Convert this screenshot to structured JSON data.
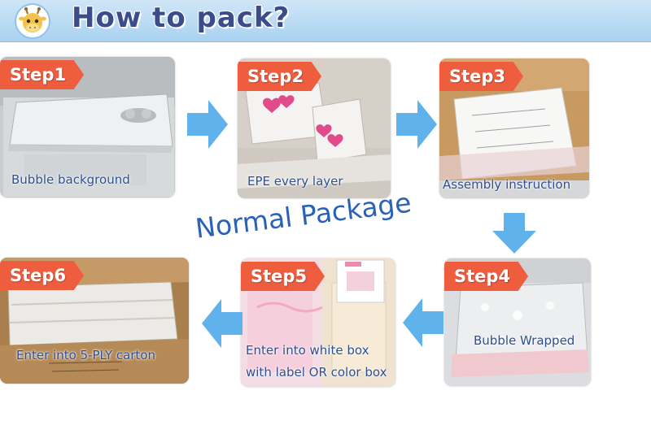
{
  "header": {
    "title": "How to pack?",
    "logo_icon": "giraffe-icon",
    "bg_color": "#a9d2f1",
    "title_color": "#3b4b8c"
  },
  "subtitle": "Normal Package",
  "accent_color": "#ee5d3e",
  "arrow_color": "#5fb2ec",
  "steps": [
    {
      "label": "Step1",
      "caption": "Bubble background"
    },
    {
      "label": "Step2",
      "caption": "EPE every layer"
    },
    {
      "label": "Step3",
      "caption": "Assembly instruction"
    },
    {
      "label": "Step4",
      "caption": "Bubble Wrapped"
    },
    {
      "label": "Step5",
      "caption_line1": "Enter into white box",
      "caption_line2": "with label OR color box"
    },
    {
      "label": "Step6",
      "caption": "Enter  into 5-PLY carton"
    }
  ]
}
